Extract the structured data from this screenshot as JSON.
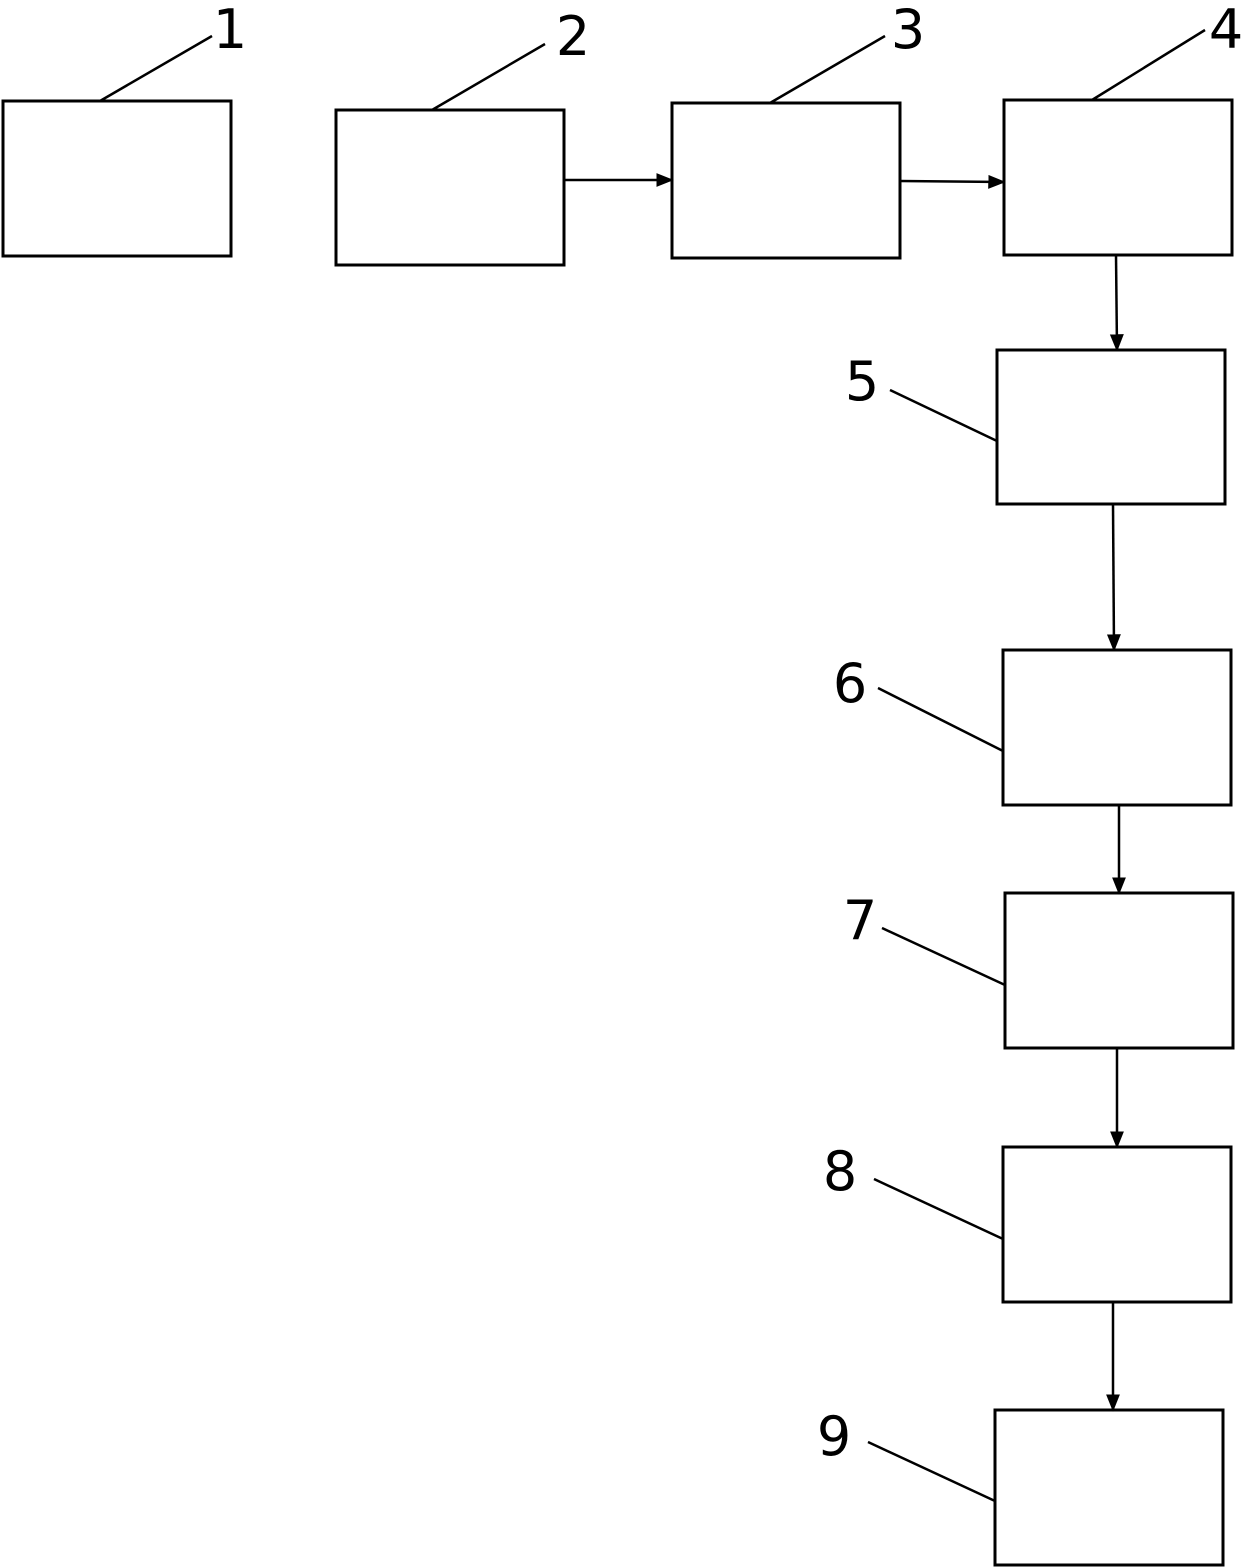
{
  "diagram": {
    "ref_numerals": [
      {
        "id": "b1",
        "text": "1"
      },
      {
        "id": "b2",
        "text": "2"
      },
      {
        "id": "b3",
        "text": "3"
      },
      {
        "id": "b4",
        "text": "4"
      },
      {
        "id": "b5",
        "text": "5"
      },
      {
        "id": "b6",
        "text": "6"
      },
      {
        "id": "b7",
        "text": "7"
      },
      {
        "id": "b8",
        "text": "8"
      },
      {
        "id": "b9",
        "text": "9"
      }
    ],
    "connections": [
      {
        "from": "b2",
        "to": "b3"
      },
      {
        "from": "b3",
        "to": "b4"
      },
      {
        "from": "b4",
        "to": "b5"
      },
      {
        "from": "b5",
        "to": "b6"
      },
      {
        "from": "b6",
        "to": "b7"
      },
      {
        "from": "b7",
        "to": "b8"
      },
      {
        "from": "b8",
        "to": "b9"
      }
    ],
    "colors": {
      "line": "#000000",
      "background": "#ffffff"
    }
  }
}
